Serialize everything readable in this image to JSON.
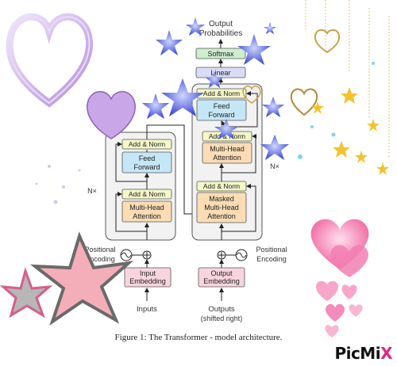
{
  "figure": {
    "caption": "Figure 1: The Transformer - model architecture.",
    "output_probabilities": [
      "Output",
      "Probabilities"
    ],
    "softmax": "Softmax",
    "linear": "Linear",
    "encoder": {
      "add_norm_top": "Add & Norm",
      "feed_forward": [
        "Feed",
        "Forward"
      ],
      "add_norm_bottom": "Add & Norm",
      "multi_head_attention": [
        "Multi-Head",
        "Attention"
      ],
      "nx": "N×",
      "positional_encoding": [
        "Positional",
        "Encoding"
      ],
      "input_embedding": [
        "Input",
        "Embedding"
      ],
      "inputs": "Inputs"
    },
    "decoder": {
      "add_norm_top": "Add & Norm",
      "feed_forward": [
        "Feed",
        "Forward"
      ],
      "add_norm_mid": "Add & Norm",
      "multi_head_attention": [
        "Multi-Head",
        "Attention"
      ],
      "add_norm_bottom": "Add & Norm",
      "masked_attention": [
        "Masked",
        "Multi-Head",
        "Attention"
      ],
      "nx": "N×",
      "positional_encoding": [
        "Positional",
        "Encoding"
      ],
      "output_embedding": [
        "Output",
        "Embedding"
      ],
      "outputs": [
        "Outputs",
        "(shifted right)"
      ]
    }
  },
  "watermark": {
    "brand": "PicMi",
    "brand_x": "X"
  },
  "colors": {
    "block_bg": "#f2f2f2",
    "add_norm": "#f4f7c7",
    "feed_forward": "#c5e6f6",
    "attention": "#fbdcb4",
    "embedding": "#f8d5de",
    "linear": "#d9dcf5",
    "softmax": "#cdeecf",
    "star_blue": "#3b4fe0",
    "heart_purple": "#c9a6e8",
    "heart_pink": "#f57fb0",
    "star_pink": "#f4aeb9"
  }
}
